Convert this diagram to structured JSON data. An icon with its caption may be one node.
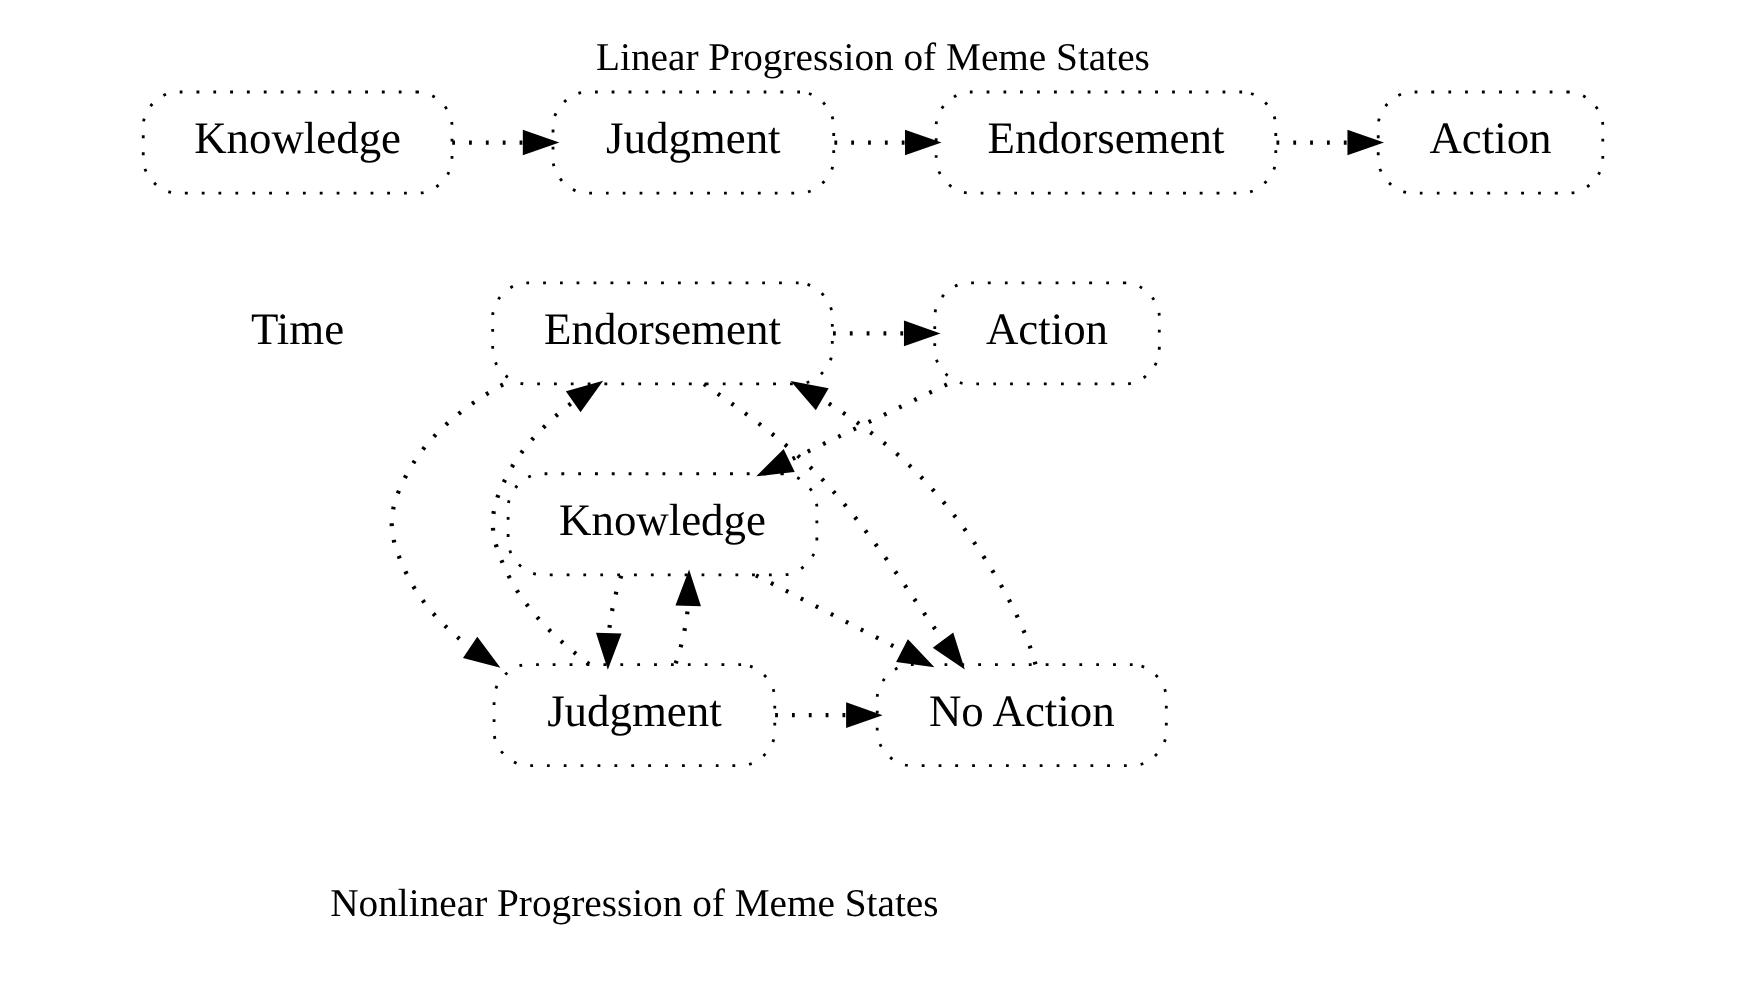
{
  "diagram": {
    "title": "Linear Progression of Meme States",
    "caption": "Nonlinear Progression of Meme States",
    "nodes": [
      {
        "text": [
          "Knowledge"
        ]
      },
      {
        "text": [
          "Judgment"
        ]
      },
      {
        "text": [
          "Endorsement"
        ]
      },
      {
        "text": [
          "Action"
        ]
      },
      {
        "text": [
          "Knowledge"
        ]
      },
      {
        "text": [
          "Endorsement"
        ]
      },
      {
        "text": [
          "Action"
        ]
      },
      {
        "text": [
          "Judgment"
        ]
      },
      {
        "text": [
          "No Action"
        ]
      }
    ],
    "edges": [
      {
        "from": 0,
        "to": 1,
        "arrow": "to"
      },
      {
        "from": 1,
        "to": 2,
        "arrow": "to"
      },
      {
        "from": 2,
        "to": 3,
        "arrow": "to"
      },
      {
        "from": 6,
        "to": 4,
        "arrow": "to"
      },
      {
        "from": 5,
        "to": 6,
        "arrow": "to"
      },
      {
        "from": 4,
        "to": 7,
        "arrow": "to"
      },
      {
        "from": 4,
        "to": 8,
        "arrow": "to"
      },
      {
        "from": 5,
        "to": 7,
        "arrow": "to"
      },
      {
        "from": 7,
        "to": 5,
        "arrow": "to"
      },
      {
        "from": 5,
        "to": 8,
        "arrow": "to"
      },
      {
        "from": 8,
        "to": 5,
        "arrow": "to"
      },
      {
        "from": 7,
        "to": 8,
        "arrow": "to"
      },
      {
        "from": 7,
        "to": 4,
        "arrow": "to"
      }
    ],
    "labels": [
      "Time"
    ]
  }
}
